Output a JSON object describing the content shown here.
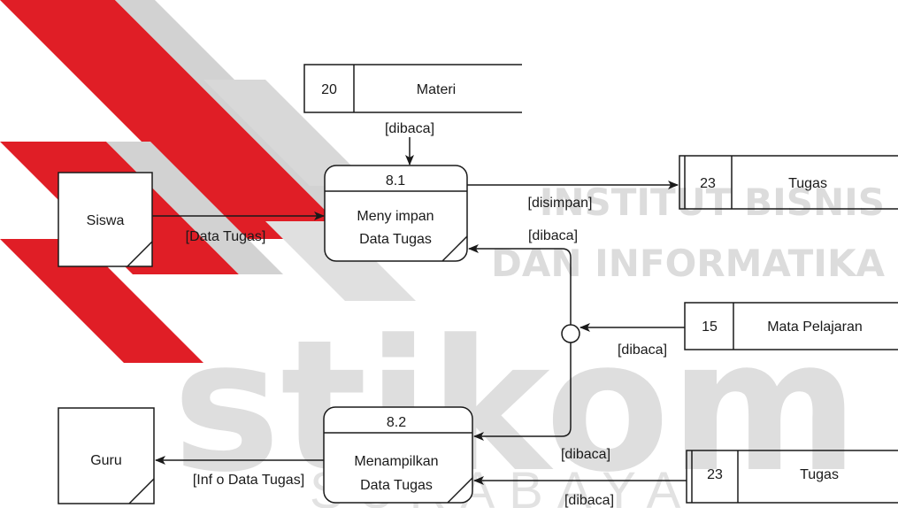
{
  "watermark": {
    "line1": "INSTITUT BISNIS",
    "line2": "DAN INFORMATIKA",
    "word": "stikom",
    "city": "SURABAYA",
    "colors": {
      "red": "#e01e26",
      "gray": "#d0d0d0",
      "text": "#dcdcdc"
    }
  },
  "entities": {
    "siswa": "Siswa",
    "guru": "Guru"
  },
  "processes": {
    "p81": {
      "id": "8.1",
      "name_line1": "Meny impan",
      "name_line2": "Data Tugas"
    },
    "p82": {
      "id": "8.2",
      "name_line1": "Menampilkan",
      "name_line2": "Data Tugas"
    }
  },
  "stores": {
    "materi": {
      "id": "20",
      "name": "Materi"
    },
    "tugas_top": {
      "id": "23",
      "name": "Tugas"
    },
    "mapel": {
      "id": "15",
      "name": "Mata Pelajaran"
    },
    "tugas_bottom": {
      "id": "23",
      "name": "Tugas"
    }
  },
  "flows": {
    "materi_dibaca": "[dibaca]",
    "data_tugas": "[Data Tugas]",
    "disimpan": "[disimpan]",
    "dibaca_to_81": "[dibaca]",
    "mapel_dibaca": "[dibaca]",
    "dibaca_to_82": "[dibaca]",
    "tugas_dibaca": "[dibaca]",
    "info_data_tugas": "[Inf o Data Tugas]"
  }
}
